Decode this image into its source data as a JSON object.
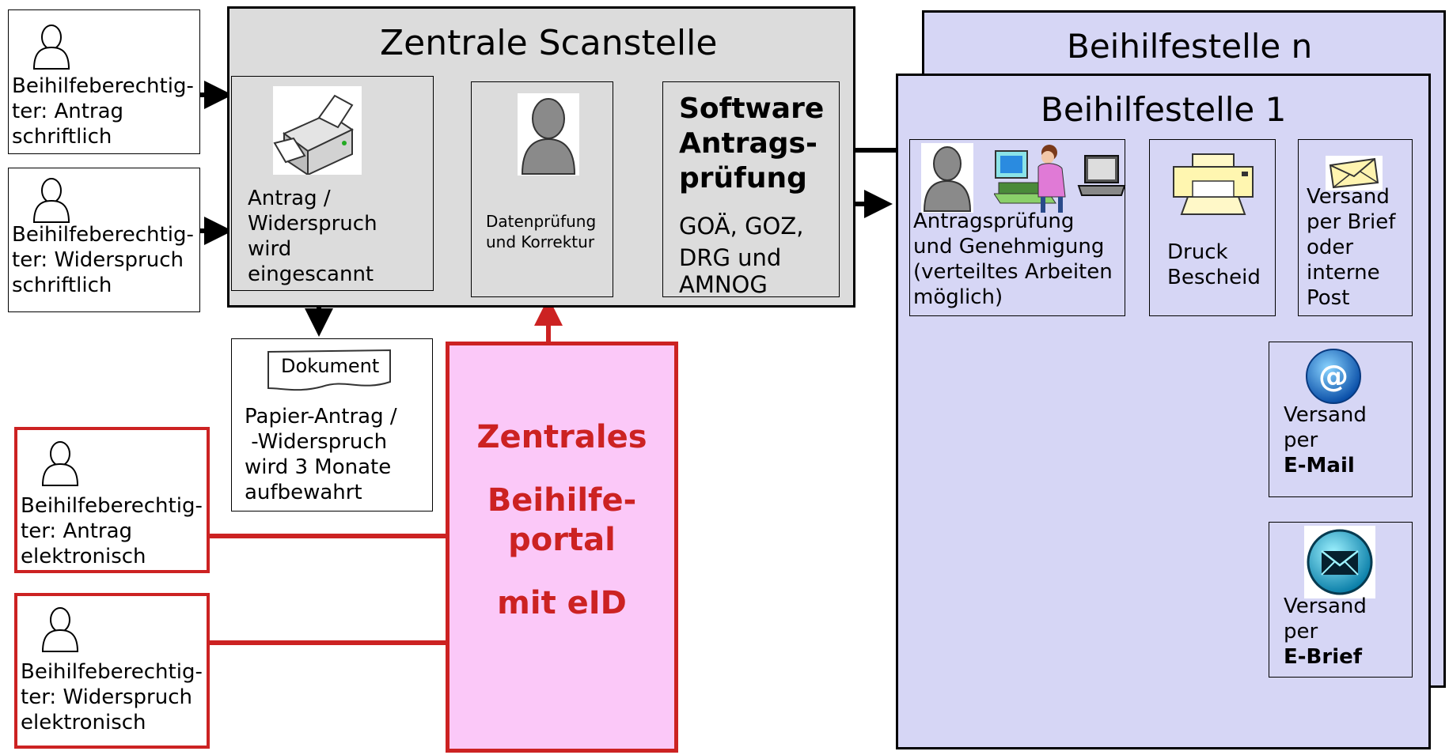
{
  "left_boxes": [
    {
      "lines": [
        "Beihilfeberechtig-",
        "ter: Antrag",
        "schriftlich"
      ]
    },
    {
      "lines": [
        "Beihilfeberechtig-",
        "ter: Widerspruch",
        "schriftlich"
      ]
    },
    {
      "lines": [
        "Beihilfeberechtig-",
        "ter: Antrag",
        "elektronisch"
      ]
    },
    {
      "lines": [
        "Beihilfeberechtig-",
        "ter: Widerspruch",
        "elektronisch"
      ]
    }
  ],
  "scan": {
    "title": "Zentrale Scanstelle",
    "scan_lines": [
      "Antrag /",
      "Widerspruch",
      "wird",
      "eingescannt"
    ],
    "check_lines": [
      "Datenprüfung",
      "und Korrektur"
    ],
    "software_lines": [
      "Software",
      "Antrags-",
      "prüfung"
    ],
    "software_sub_lines": [
      "GOÄ, GOZ,",
      "DRG und",
      "AMNOG"
    ]
  },
  "doc": {
    "label": "Dokument",
    "lines": [
      "Papier-Antrag /",
      " -Widerspruch",
      "wird 3 Monate",
      "aufbewahrt"
    ]
  },
  "portal": {
    "lines": [
      "Zentrales",
      "Beihilfe-",
      "portal",
      "mit eID"
    ]
  },
  "beihilfe": {
    "back_title": "Beihilfestelle n",
    "front_title": "Beihilfestelle 1",
    "pruefung_lines": [
      "Antragsprüfung",
      "und Genehmigung",
      "(verteiltes Arbeiten",
      "möglich)"
    ],
    "druck_lines": [
      "Druck",
      "Bescheid"
    ],
    "versand_post_lines": [
      "Versand",
      "per Brief",
      "oder",
      "interne",
      "Post"
    ],
    "versand_mail_lines": [
      "Versand",
      "per"
    ],
    "versand_mail_bold": "E-Mail",
    "versand_ebrief_lines": [
      "Versand",
      "per"
    ],
    "versand_ebrief_bold": "E-Brief"
  },
  "colors": {
    "scan_bg": "#dcdcdc",
    "beihilfe_bg": "#d6d6f5",
    "portal_bg": "#fbc8f8",
    "red": "#cc2222"
  }
}
